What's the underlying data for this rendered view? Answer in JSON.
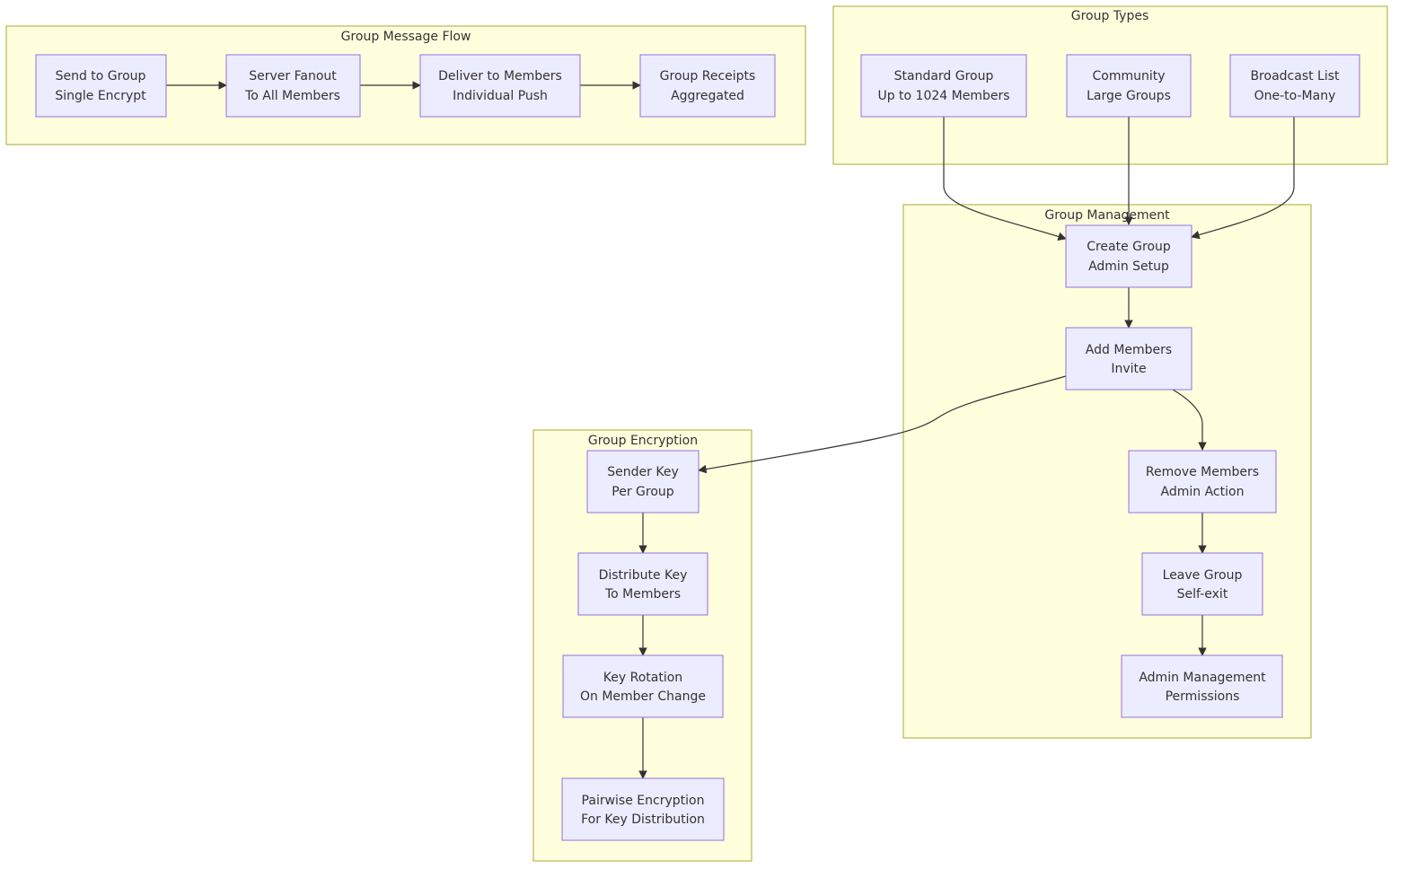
{
  "clusters": {
    "message_flow": {
      "label": "Group Message Flow"
    },
    "group_types": {
      "label": "Group Types"
    },
    "group_management": {
      "label": "Group Management"
    },
    "group_encryption": {
      "label": "Group Encryption"
    }
  },
  "nodes": {
    "send_to_group": {
      "line1": "Send to Group",
      "line2": "Single Encrypt"
    },
    "server_fanout": {
      "line1": "Server Fanout",
      "line2": "To All Members"
    },
    "deliver_members": {
      "line1": "Deliver to Members",
      "line2": "Individual Push"
    },
    "group_receipts": {
      "line1": "Group Receipts",
      "line2": "Aggregated"
    },
    "standard_group": {
      "line1": "Standard Group",
      "line2": "Up to 1024 Members"
    },
    "community": {
      "line1": "Community",
      "line2": "Large Groups"
    },
    "broadcast_list": {
      "line1": "Broadcast List",
      "line2": "One-to-Many"
    },
    "create_group": {
      "line1": "Create Group",
      "line2": "Admin Setup"
    },
    "add_members": {
      "line1": "Add Members",
      "line2": "Invite"
    },
    "remove_members": {
      "line1": "Remove Members",
      "line2": "Admin Action"
    },
    "leave_group": {
      "line1": "Leave Group",
      "line2": "Self-exit"
    },
    "admin_management": {
      "line1": "Admin Management",
      "line2": "Permissions"
    },
    "sender_key": {
      "line1": "Sender Key",
      "line2": "Per Group"
    },
    "distribute_key": {
      "line1": "Distribute Key",
      "line2": "To Members"
    },
    "key_rotation": {
      "line1": "Key Rotation",
      "line2": "On Member Change"
    },
    "pairwise_encryption": {
      "line1": "Pairwise Encryption",
      "line2": "For Key Distribution"
    }
  },
  "edges": [
    {
      "from": "send_to_group",
      "to": "server_fanout"
    },
    {
      "from": "server_fanout",
      "to": "deliver_members"
    },
    {
      "from": "deliver_members",
      "to": "group_receipts"
    },
    {
      "from": "standard_group",
      "to": "create_group"
    },
    {
      "from": "community",
      "to": "create_group"
    },
    {
      "from": "broadcast_list",
      "to": "create_group"
    },
    {
      "from": "create_group",
      "to": "add_members"
    },
    {
      "from": "add_members",
      "to": "remove_members"
    },
    {
      "from": "remove_members",
      "to": "leave_group"
    },
    {
      "from": "leave_group",
      "to": "admin_management"
    },
    {
      "from": "add_members",
      "to": "sender_key"
    },
    {
      "from": "sender_key",
      "to": "distribute_key"
    },
    {
      "from": "distribute_key",
      "to": "key_rotation"
    },
    {
      "from": "key_rotation",
      "to": "pairwise_encryption"
    }
  ]
}
